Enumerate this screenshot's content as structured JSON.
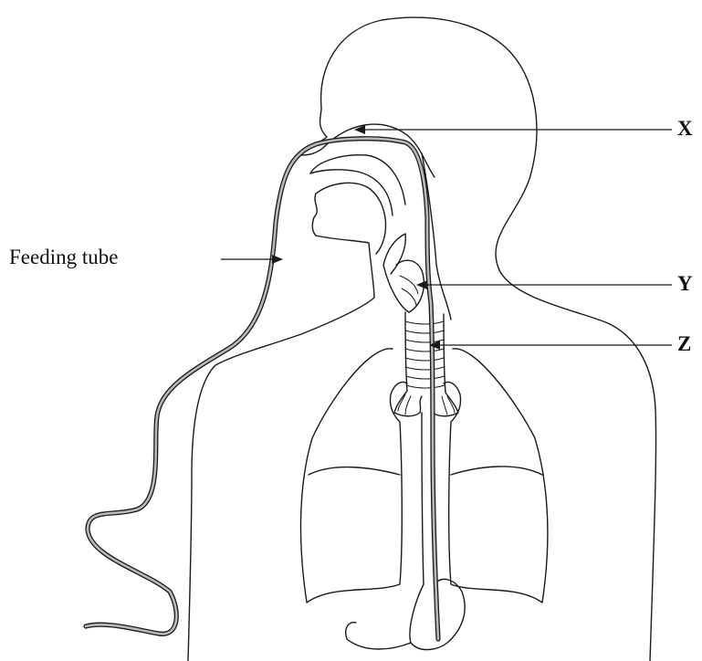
{
  "labels": {
    "x": "X",
    "y": "Y",
    "z": "Z",
    "feeding_tube": "Feeding tube"
  },
  "colors": {
    "outline": "#1a1a1a",
    "tube_fill": "#b8b8b8",
    "background": "#ffffff"
  }
}
